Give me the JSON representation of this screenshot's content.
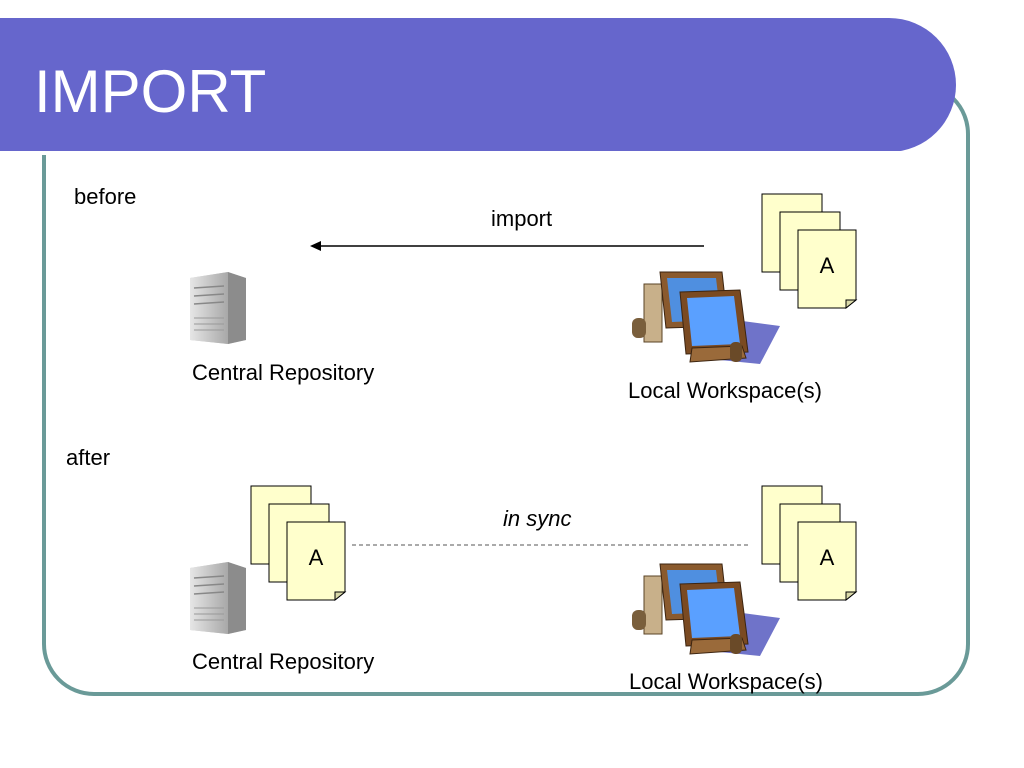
{
  "slide": {
    "title": "IMPORT"
  },
  "before": {
    "section_label": "before",
    "arrow_label": "import",
    "repository_label": "Central Repository",
    "workspace_label": "Local Workspace(s)",
    "workspace_doc_letter": "A"
  },
  "after": {
    "section_label": "after",
    "sync_label": "in sync",
    "repository_label": "Central Repository",
    "workspace_label": "Local Workspace(s)",
    "repository_doc_letter": "A",
    "workspace_doc_letter": "A"
  },
  "colors": {
    "title_bar": "#6666cc",
    "frame_border": "#6a9a98",
    "document_fill": "#ffffcc"
  }
}
